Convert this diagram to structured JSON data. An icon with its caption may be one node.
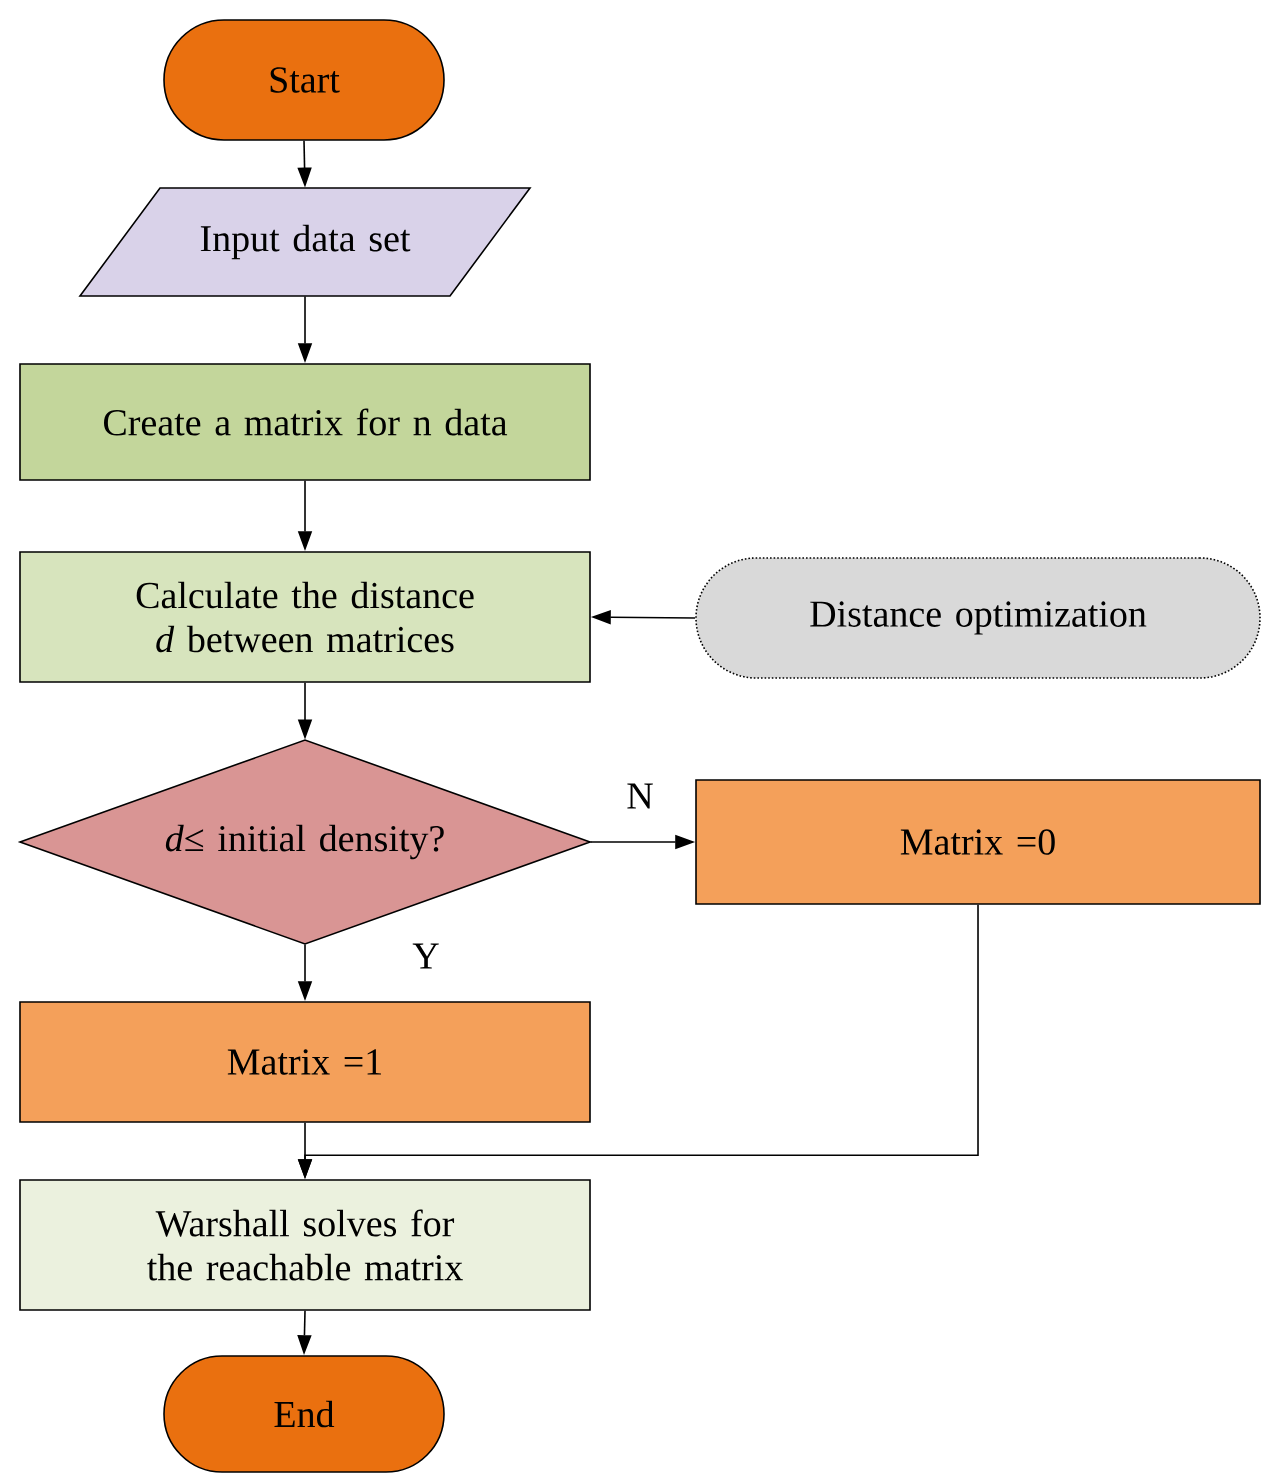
{
  "diagram": {
    "nodes": [
      {
        "text": [
          "Start"
        ]
      },
      {
        "text": [
          "Input data set"
        ]
      },
      {
        "text": [
          "Create a matrix for n data"
        ]
      },
      {
        "text": [
          "Calculate the distance *d* between matrices"
        ]
      },
      {
        "text": [
          "Distance optimization"
        ]
      },
      {
        "text": [
          "*d*≤ initial density?"
        ]
      },
      {
        "text": [
          "Matrix =0"
        ]
      },
      {
        "text": [
          "Matrix =1"
        ]
      },
      {
        "text": [
          "Warshall solves for the reachable matrix"
        ]
      },
      {
        "text": [
          "End"
        ]
      }
    ],
    "edges": [
      {
        "from": 0,
        "to": 1,
        "arrow": "to"
      },
      {
        "from": 1,
        "to": 2,
        "arrow": "to"
      },
      {
        "from": 2,
        "to": 3,
        "arrow": "to"
      },
      {
        "from": 4,
        "to": 3,
        "arrow": "to"
      },
      {
        "from": 3,
        "to": 5,
        "arrow": "to"
      },
      {
        "from": 5,
        "to": 6,
        "arrow": "to",
        "label": "N"
      },
      {
        "from": 5,
        "to": 7,
        "arrow": "to",
        "label": "Y"
      },
      {
        "from": 7,
        "to": 8,
        "arrow": "to"
      },
      {
        "from": 6,
        "to": 8,
        "arrow": "to"
      },
      {
        "from": 8,
        "to": 9,
        "arrow": "to"
      }
    ]
  }
}
